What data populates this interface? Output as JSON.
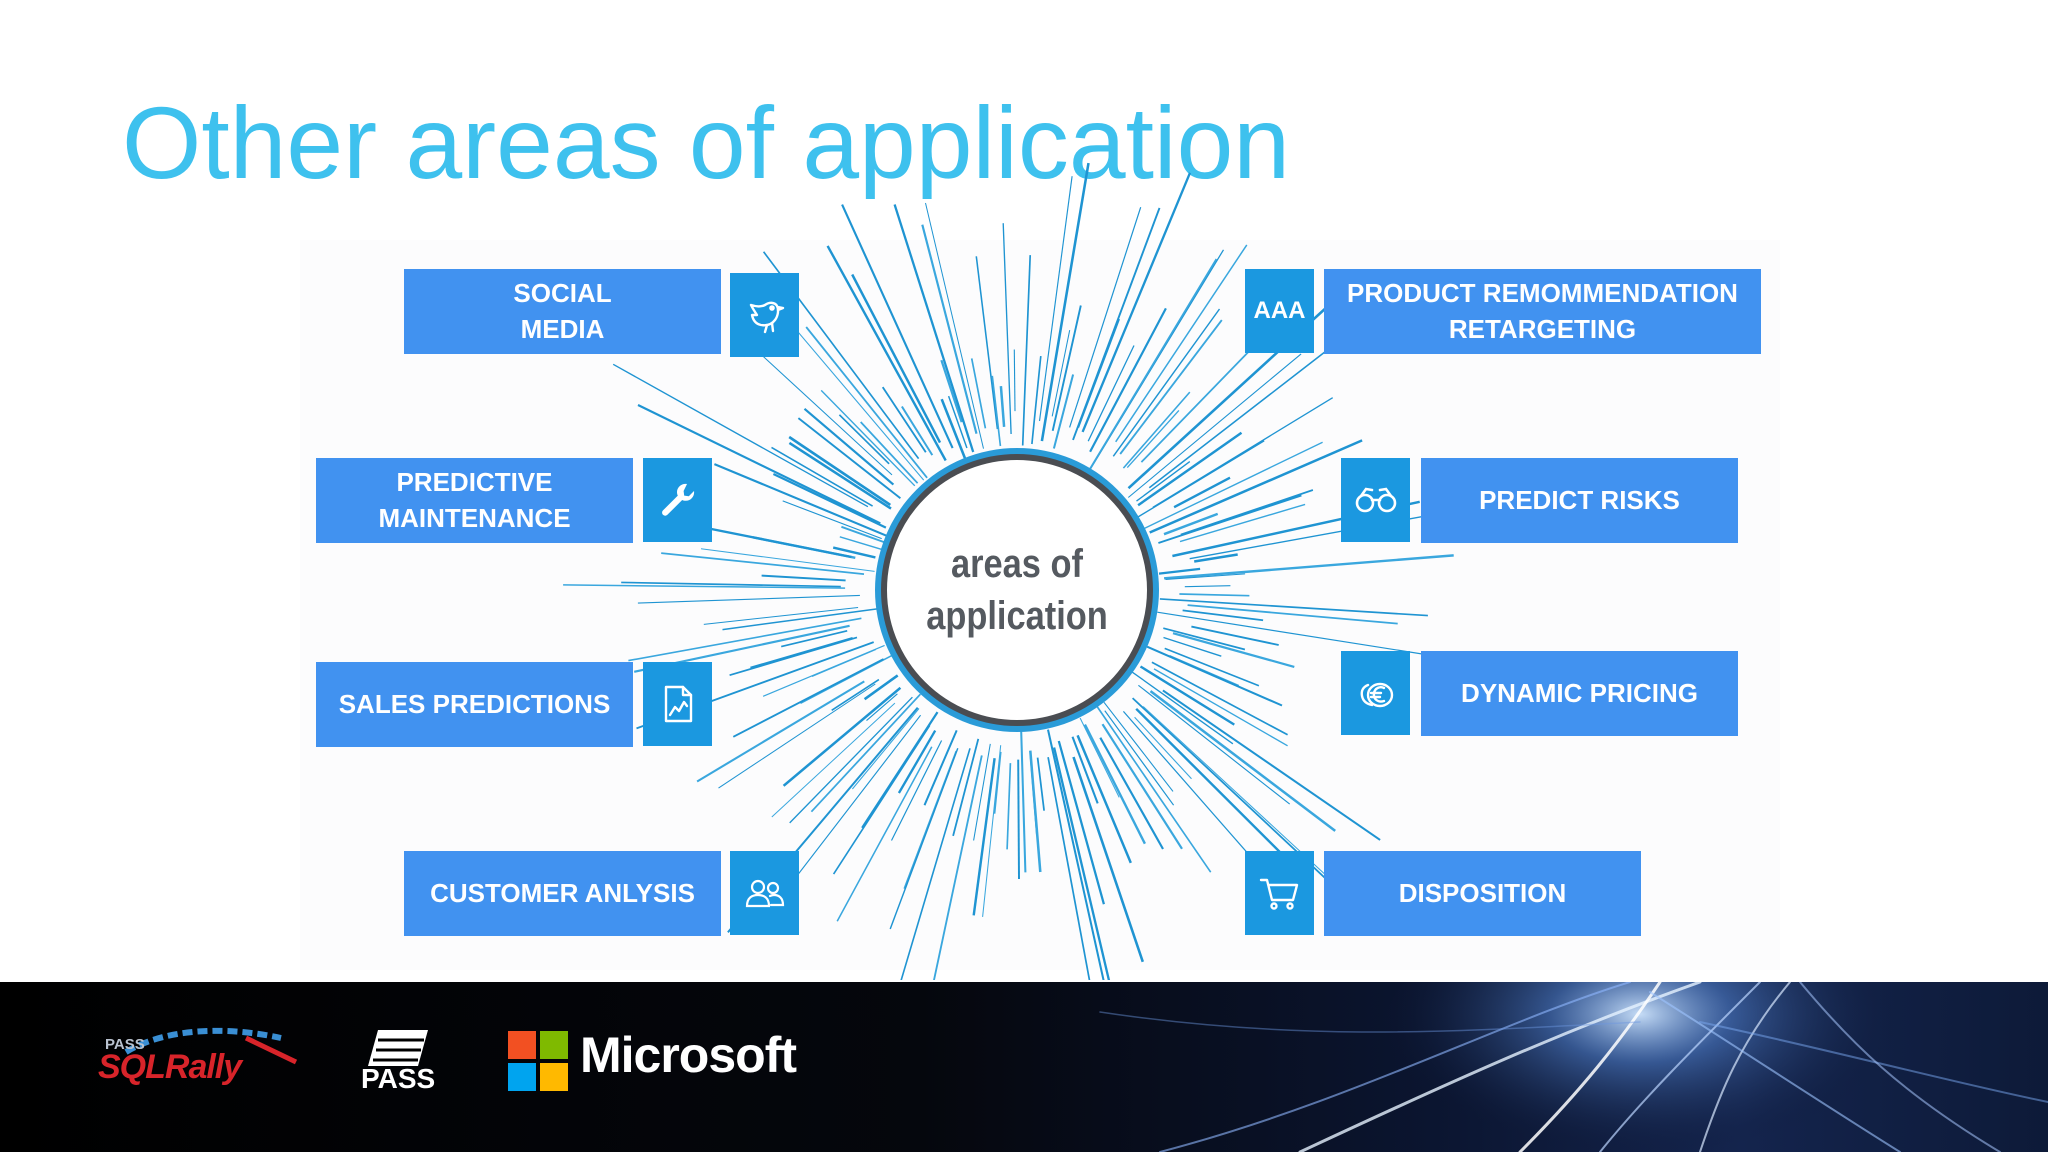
{
  "slide": {
    "title": "Other areas of application",
    "title_color": "#3ec1ee",
    "box_color": "#4192f0",
    "icon_box_color": "#1b98e0"
  },
  "diagram": {
    "center_label": "areas of application",
    "items": [
      {
        "label": "SOCIAL\nMEDIA",
        "icon": "bird-icon",
        "side": "left"
      },
      {
        "label": "PREDICTIVE\nMAINTENANCE",
        "icon": "wrench-icon",
        "side": "left"
      },
      {
        "label": "SALES PREDICTIONS",
        "icon": "chart-document-icon",
        "side": "left"
      },
      {
        "label": "CUSTOMER ANLYSIS",
        "icon": "people-icon",
        "side": "left"
      },
      {
        "label": "PRODUCT REMOMMENDATION\nRETARGETING",
        "icon": "aaa-rating-icon",
        "icon_text": "AAA",
        "side": "right"
      },
      {
        "label": "PREDICT RISKS",
        "icon": "binoculars-icon",
        "side": "right"
      },
      {
        "label": "DYNAMIC PRICING",
        "icon": "euro-coins-icon",
        "side": "right"
      },
      {
        "label": "DISPOSITION",
        "icon": "shopping-cart-icon",
        "side": "right"
      }
    ]
  },
  "footer": {
    "logos": {
      "rally_small": "PASS",
      "rally_main": "SQLRally",
      "pass": "PASS",
      "microsoft": "Microsoft"
    }
  }
}
